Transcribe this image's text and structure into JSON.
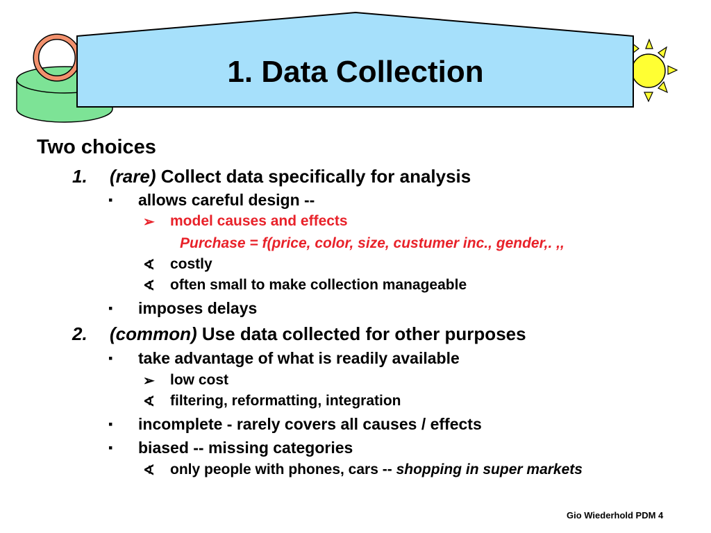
{
  "slide": {
    "title": "1. Data Collection",
    "footer": "Gio Wiederhold PDM 4"
  },
  "markers": {
    "num1": "1.",
    "num2": "2.",
    "square": "▪",
    "arrow": "➢",
    "chevron": "∢"
  },
  "content": {
    "heading": "Two choices",
    "item1_tag": "(rare)",
    "item1_text": "Collect data specifically for analysis",
    "item1_b1": "allows careful design --",
    "item1_b1_s1": "model causes and effects",
    "item1_b1_formula": "Purchase = f(price, color, size, custumer inc., gender,. ,,",
    "item1_b1_s2": "costly",
    "item1_b1_s3": "often small to make collection manageable",
    "item1_b2": "imposes delays",
    "item2_tag": "(common)",
    "item2_text": "Use data collected for other purposes",
    "item2_b1": "take advantage of what is readily available",
    "item2_b1_s1": "low cost",
    "item2_b1_s2": "filtering, reformatting, integration",
    "item2_b2": "incomplete - rarely covers all causes / effects",
    "item2_b3": "biased -- missing categories",
    "item2_b3_s1_plain": "only people with phones, cars --",
    "item2_b3_s1_italic": "shopping in super markets"
  },
  "colors": {
    "title_bg": "#a6e0fb",
    "cylinder": "#7de396",
    "ring": "#f2916d",
    "sun": "#ffff33",
    "highlight": "#e8222a"
  }
}
